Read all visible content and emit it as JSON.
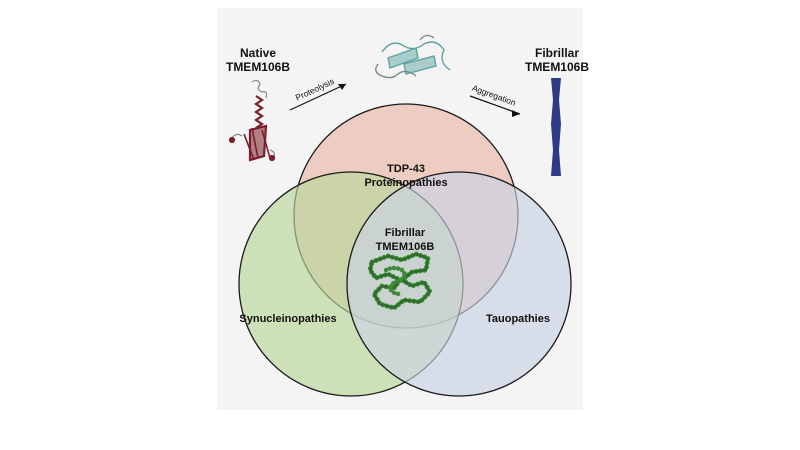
{
  "figure": {
    "native_label": [
      "Native",
      "TMEM106B"
    ],
    "fibrillar_label": [
      "Fibrillar",
      "TMEM106B"
    ],
    "arrow_proteolysis": "Proteolysis",
    "arrow_aggregation": "Aggregation",
    "center_label": [
      "Fibrillar",
      "TMEM106B"
    ]
  },
  "venn": {
    "sets": [
      {
        "key": "tdp43",
        "label": [
          "TDP-43",
          "Proteinopathies"
        ],
        "color": "#e9b8a8"
      },
      {
        "key": "synuclein",
        "label": [
          "Synucleinopathies"
        ],
        "color": "#b9d79a"
      },
      {
        "key": "tau",
        "label": [
          "Tauopathies"
        ],
        "color": "#c9d3e4"
      }
    ]
  },
  "colors": {
    "panel_bg": "#f4f4f4",
    "outline": "#1a1a1a",
    "native_protein": "#7a1f2b",
    "fibril_bar": "#2e3a86",
    "cleaved_fragment": "#5fa3a0",
    "aggregate": "#3f8a3a"
  }
}
